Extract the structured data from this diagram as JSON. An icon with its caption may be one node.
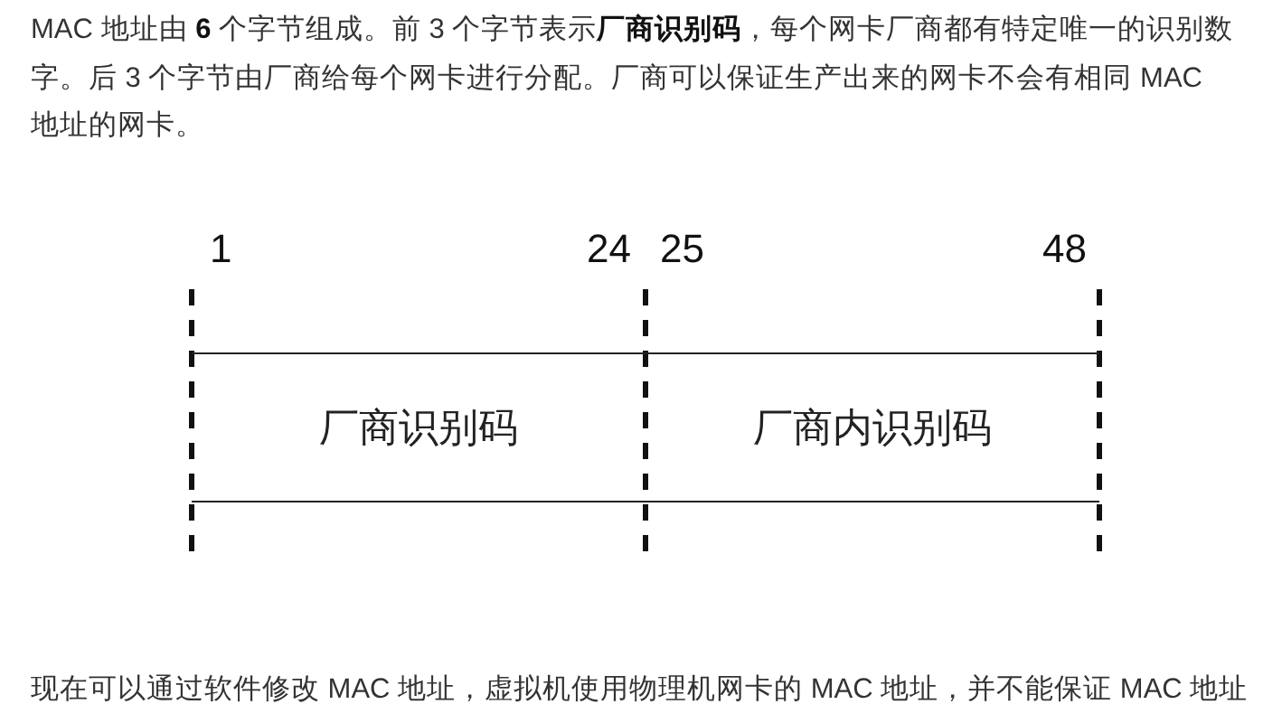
{
  "diagram": {
    "nodes": [
      {
        "text": [
          "厂商识别码"
        ]
      },
      {
        "text": [
          "厂商内识别码"
        ]
      }
    ],
    "edges": [],
    "labels": [
      "MAC 地址由 **6** 个字节组成。前 3 个字节表示**厂商识别码**，每个网卡厂商都有特定唯一的识别数字。后 3 个字节由厂商给每个网卡进行分配。厂商可以保证生产出来的网卡不会有相同 MAC 地址的网卡。",
      "1",
      "24",
      "25",
      "48",
      "现在可以通过软件修改 MAC 地址，虚拟机使用物理机网卡的 MAC 地址，并不能保证 MAC 地址"
    ]
  }
}
